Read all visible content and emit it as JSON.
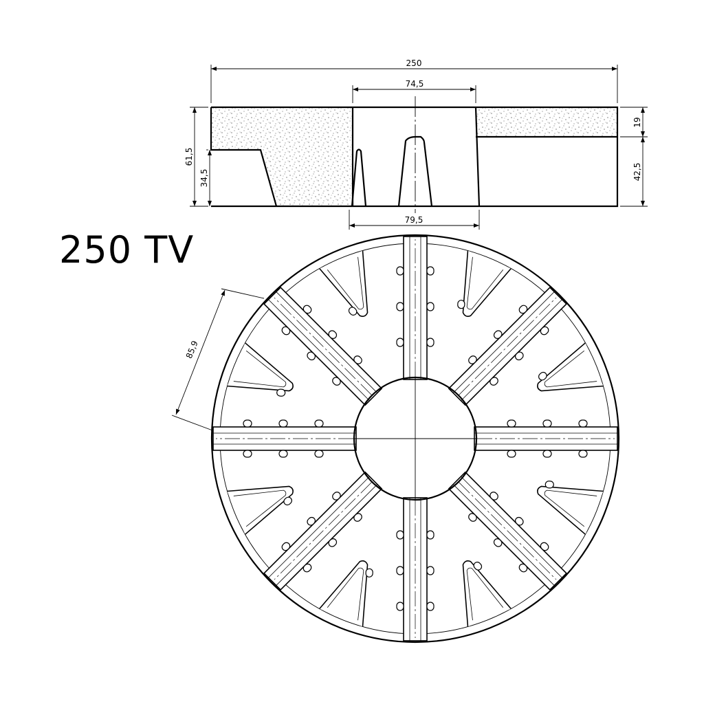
{
  "model_label": "250 TV",
  "dimensions": {
    "overall_width": "250",
    "top_opening": "74,5",
    "bottom_opening": "79,5",
    "total_height": "61,5",
    "inner_height": "34,5",
    "rim_height": "19",
    "base_height": "42,5",
    "sector_width": "85,9"
  },
  "colors": {
    "line": "#000000",
    "background": "#ffffff"
  }
}
